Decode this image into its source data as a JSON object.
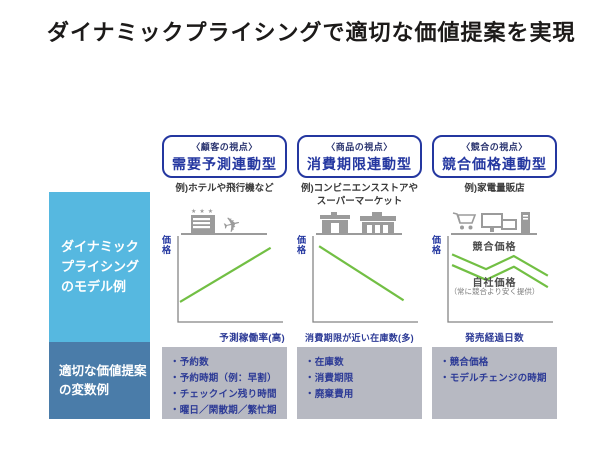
{
  "title": "ダイナミックプライシングで適切な価値提案を実現",
  "sidebar": {
    "model_label": "ダイナミック\nプライシング\nのモデル例",
    "variables_label": "適切な価値提案\nの変数例"
  },
  "columns": [
    {
      "viewpoint": "〈顧客の視点〉",
      "model": "需要予測連動型",
      "example": "例)ホテルや飛行機など",
      "icons": [
        "hotel-icon",
        "airplane-icon"
      ],
      "variables": [
        "予約数",
        "予約時期（例：早割）",
        "チェックイン残り時間",
        "曜日／閑散期／繁忙期"
      ]
    },
    {
      "viewpoint": "〈商品の視点〉",
      "model": "消費期限連動型",
      "example": "例)コンビニエンスストアや\nスーパーマーケット",
      "icons": [
        "convenience-store-icon",
        "supermarket-icon"
      ],
      "variables": [
        "在庫数",
        "消費期限",
        "廃棄費用"
      ]
    },
    {
      "viewpoint": "〈競合の視点〉",
      "model": "競合価格連動型",
      "example": "例)家電量販店",
      "icons": [
        "cart-icon",
        "electronics-icon"
      ],
      "variables": [
        "競合価格",
        "モデルチェンジの時期"
      ]
    }
  ],
  "chart_data": [
    {
      "type": "line",
      "title": "需要予測連動型",
      "ylabel": "価格",
      "xlabel": "予測稼働率(高)",
      "units": "relative 0-100 (conceptual, no numeric axes shown)",
      "series": [
        {
          "name": "価格",
          "trend": "increasing",
          "points": [
            [
              0,
              22
            ],
            [
              88,
              88
            ]
          ]
        }
      ]
    },
    {
      "type": "line",
      "title": "消費期限連動型",
      "ylabel": "価格",
      "xlabel": "消費期限が近い在庫数(多)",
      "units": "relative 0-100 (conceptual, no numeric axes shown)",
      "series": [
        {
          "name": "価格",
          "trend": "decreasing",
          "points": [
            [
              4,
              90
            ],
            [
              86,
              24
            ]
          ]
        }
      ]
    },
    {
      "type": "line",
      "title": "競合価格連動型",
      "ylabel": "価格",
      "xlabel": "発売経過日数",
      "units": "relative 0-100 (conceptual, no numeric axes shown)",
      "annotation": "（常に競合より安く提供）",
      "series": [
        {
          "name": "競合価格",
          "trend": "zigzag-decreasing",
          "points": [
            [
              2,
              80
            ],
            [
              35,
              62
            ],
            [
              62,
              78
            ],
            [
              95,
              54
            ]
          ]
        },
        {
          "name": "自社価格",
          "trend": "zigzag-decreasing",
          "points": [
            [
              2,
              67
            ],
            [
              35,
              49
            ],
            [
              62,
              65
            ],
            [
              95,
              40
            ]
          ]
        }
      ]
    }
  ],
  "colors": {
    "accent_blue": "#2437a0",
    "navy_text": "#2c3a96",
    "light_blue": "#56b8e0",
    "steel_blue": "#4a7ca9",
    "box_gray": "#b7b9c2",
    "line_green": "#72bf44",
    "icon_gray": "#9b9b9b",
    "title_text": "#1c1a19"
  }
}
